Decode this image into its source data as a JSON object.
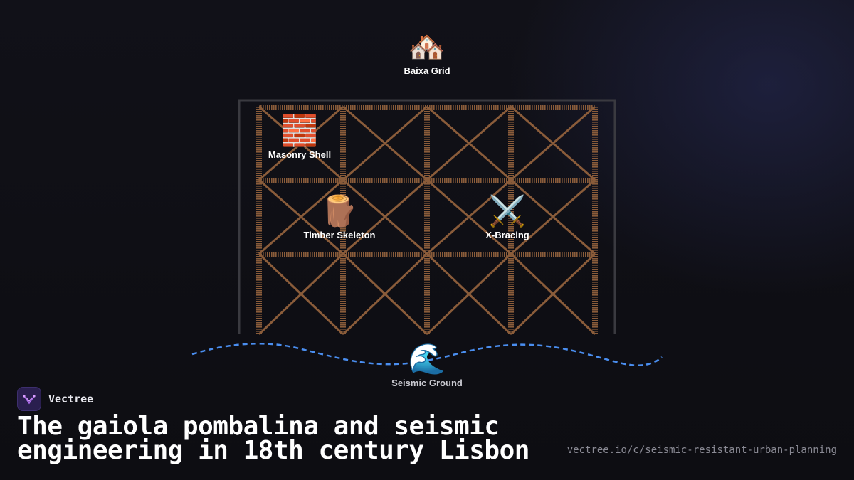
{
  "nodes": {
    "top": {
      "emoji": "🏘️",
      "label": "Baixa Grid"
    },
    "masonry": {
      "emoji": "🧱",
      "label": "Masonry Shell"
    },
    "timber": {
      "emoji": "🪵",
      "label": "Timber Skeleton"
    },
    "bracing": {
      "emoji": "⚔️",
      "label": "X-Bracing"
    },
    "ground": {
      "emoji": "🌊",
      "label": "Seismic Ground"
    }
  },
  "colors": {
    "timber": "#8a5c3a",
    "frame": "#3a3a40",
    "wave": "#4a8ef0",
    "logo_accent": "#b06cf0"
  },
  "footer": {
    "brand": "Vectree",
    "title": "The gaiola pombalina and seismic engineering in 18th century Lisbon",
    "url": "vectree.io/c/seismic-resistant-urban-planning"
  }
}
